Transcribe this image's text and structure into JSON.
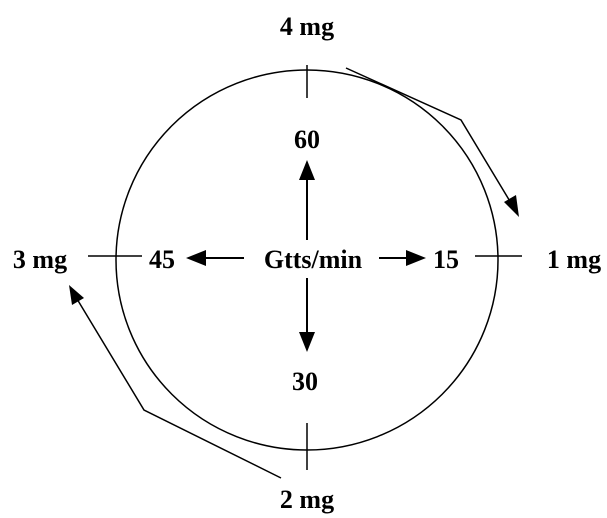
{
  "diagram": {
    "center_label": "Gtts/min",
    "inner_rates": {
      "top": "60",
      "right": "15",
      "bottom": "30",
      "left": "45"
    },
    "outer_doses": {
      "top": "4 mg",
      "right": "1 mg",
      "bottom": "2 mg",
      "left": "3 mg"
    },
    "colors": {
      "ink": "#000000",
      "background": "#ffffff"
    }
  }
}
